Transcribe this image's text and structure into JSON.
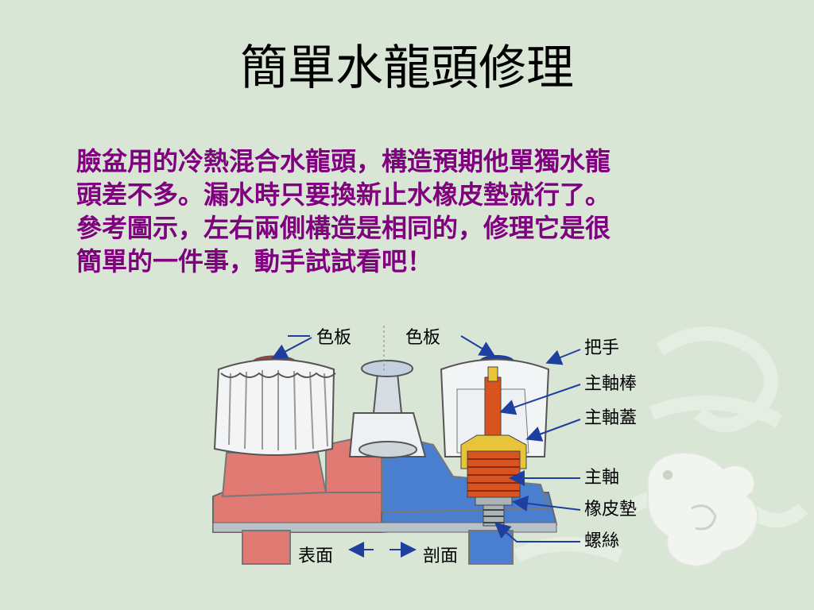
{
  "slide": {
    "title": "簡單水龍頭修理",
    "paragraph_lines": [
      "臉盆用的冷熱混合水龍頭，構造預期他單獨水龍",
      "頭差不多。漏水時只要換新止水橡皮墊就行了。",
      "參考圖示，左右兩側構造是相同的，修理它是很",
      "簡單的一件事，動手試試看吧！"
    ]
  },
  "diagram": {
    "labels": {
      "color_plate_left": "色板",
      "color_plate_right": "色板",
      "handle": "把手",
      "spindle_rod": "主軸棒",
      "spindle_cap": "主軸蓋",
      "spindle": "主軸",
      "rubber_washer": "橡皮墊",
      "screw": "螺絲",
      "surface": "表面",
      "section": "剖面"
    },
    "colors": {
      "hot_water": "#e07a72",
      "cold_water": "#4a7fd0",
      "spindle": "#d9531e",
      "arrow": "#1f3fa0",
      "title_text": "#000000",
      "paragraph_text": "#800080"
    }
  }
}
